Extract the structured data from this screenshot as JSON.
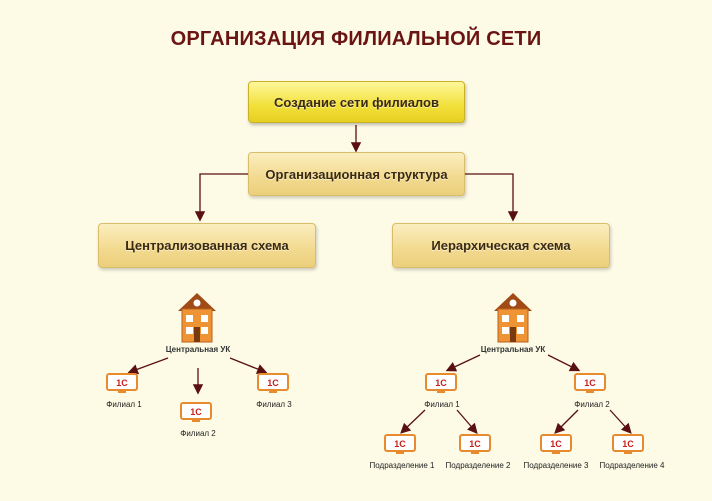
{
  "title": "ОРГАНИЗАЦИЯ ФИЛИАЛЬНОЙ СЕТИ",
  "boxes": {
    "creation": "Создание сети филиалов",
    "structure": "Организационная структура",
    "centralized": "Централизованная схема",
    "hierarchical": "Иерархическая схема"
  },
  "left": {
    "hq": "Центральная УК",
    "branch1": "Филиал 1",
    "branch2": "Филиал 2",
    "branch3": "Филиал 3"
  },
  "right": {
    "hq": "Центральная УК",
    "branch1": "Филиал 1",
    "branch2": "Филиал 2",
    "sub1": "Подразделение 1",
    "sub2": "Подразделение 2",
    "sub3": "Подразделение 3",
    "sub4": "Подразделение 4"
  },
  "pc_logo": "1С",
  "colors": {
    "title": "#6b1414",
    "arrow": "#5a1010",
    "yellow_box": "#f2e03a",
    "tan_box": "#f2d98e",
    "building": "#e88a2e"
  }
}
